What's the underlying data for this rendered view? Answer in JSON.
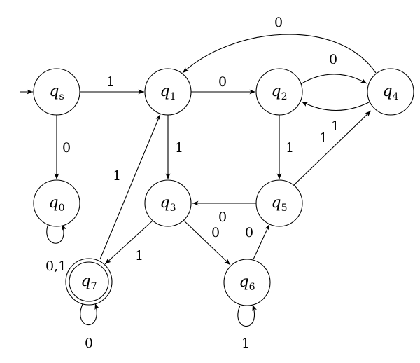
{
  "states": [
    {
      "id": "qs",
      "base": "q",
      "sub": "s",
      "accepting": false,
      "start": true
    },
    {
      "id": "q1",
      "base": "q",
      "sub": "1",
      "accepting": false
    },
    {
      "id": "q2",
      "base": "q",
      "sub": "2",
      "accepting": false
    },
    {
      "id": "q4",
      "base": "q",
      "sub": "4",
      "accepting": false
    },
    {
      "id": "q0",
      "base": "q",
      "sub": "0",
      "accepting": false
    },
    {
      "id": "q3",
      "base": "q",
      "sub": "3",
      "accepting": false
    },
    {
      "id": "q5",
      "base": "q",
      "sub": "5",
      "accepting": false
    },
    {
      "id": "q7",
      "base": "q",
      "sub": "7",
      "accepting": true
    },
    {
      "id": "q6",
      "base": "q",
      "sub": "6",
      "accepting": false
    }
  ],
  "transitions": [
    {
      "from": "qs",
      "to": "q1",
      "label": "1"
    },
    {
      "from": "qs",
      "to": "q0",
      "label": "0"
    },
    {
      "from": "q0",
      "to": "q0",
      "label": "0,1"
    },
    {
      "from": "q1",
      "to": "q2",
      "label": "0"
    },
    {
      "from": "q1",
      "to": "q3",
      "label": "1"
    },
    {
      "from": "q2",
      "to": "q4",
      "label": "0"
    },
    {
      "from": "q4",
      "to": "q2",
      "label": "1"
    },
    {
      "from": "q4",
      "to": "q1",
      "label": "0"
    },
    {
      "from": "q2",
      "to": "q5",
      "label": "1"
    },
    {
      "from": "q5",
      "to": "q4",
      "label": "1"
    },
    {
      "from": "q5",
      "to": "q3",
      "label": "0"
    },
    {
      "from": "q3",
      "to": "q7",
      "label": "1"
    },
    {
      "from": "q3",
      "to": "q6",
      "label": "0"
    },
    {
      "from": "q6",
      "to": "q5",
      "label": "0"
    },
    {
      "from": "q6",
      "to": "q6",
      "label": "1"
    },
    {
      "from": "q7",
      "to": "q1",
      "label": "1"
    },
    {
      "from": "q7",
      "to": "q7",
      "label": "0"
    }
  ]
}
